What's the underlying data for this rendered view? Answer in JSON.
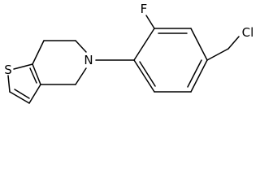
{
  "molecule": {
    "atoms": {
      "sulfur": "S",
      "nitrogen": "N",
      "fluorine": "F",
      "chlorine": "Cl"
    }
  },
  "colors": {
    "bond": "#000000",
    "background": "#ffffff"
  }
}
